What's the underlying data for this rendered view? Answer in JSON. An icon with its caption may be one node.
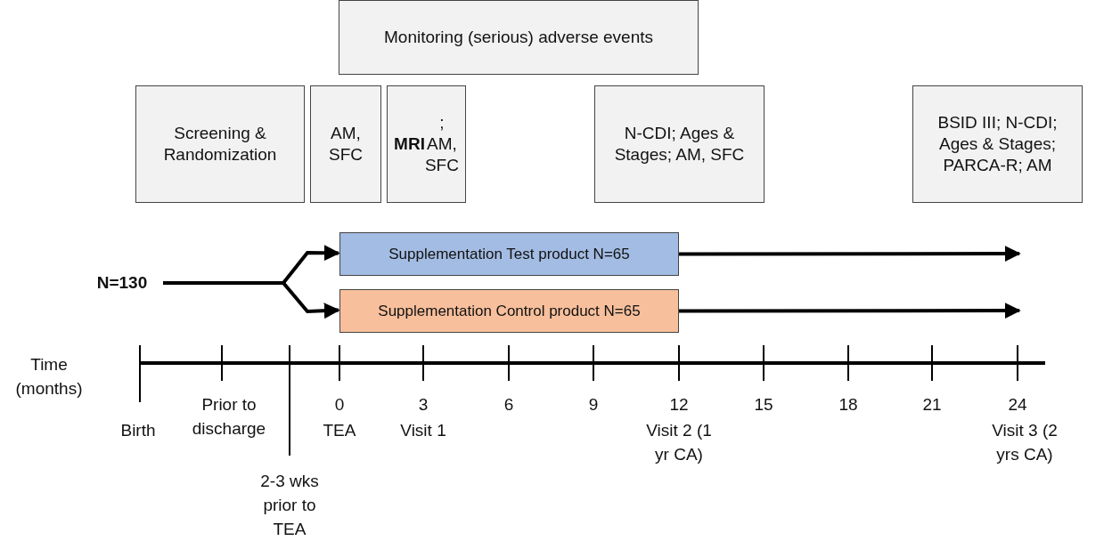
{
  "diagram": {
    "nodes": [
      {
        "text": [
          "Monitoring (serious) adverse events"
        ]
      },
      {
        "text": [
          "Screening & Randomization"
        ]
      },
      {
        "text": [
          "AM, SFC"
        ]
      },
      {
        "text": [
          "**MRI**; AM, SFC"
        ]
      },
      {
        "text": [
          "N-CDI; Ages & Stages; AM, SFC"
        ]
      },
      {
        "text": [
          "BSID III; N-CDI; Ages & Stages; PARCA-R; AM"
        ]
      },
      {
        "text": [
          "N=130"
        ]
      },
      {
        "text": [
          "Supplementation Test product N=65"
        ]
      },
      {
        "text": [
          "Supplementation Control product N=65"
        ]
      }
    ],
    "edges": [
      {
        "from": 6,
        "to": 7,
        "arrow": "to"
      },
      {
        "from": 6,
        "to": 8,
        "arrow": "to"
      },
      {
        "from": 7,
        "to": null,
        "arrow": "to"
      },
      {
        "from": 8,
        "to": null,
        "arrow": "to"
      }
    ],
    "labels": [
      "Time (months)",
      "0",
      "3",
      "6",
      "9",
      "12",
      "15",
      "18",
      "21",
      "24",
      "Prior to discharge",
      "Birth",
      "TEA",
      "Visit 1",
      "Visit 2 (1 yr CA)",
      "Visit 3 (2 yrs CA)",
      "2-3 wks prior to TEA"
    ]
  }
}
